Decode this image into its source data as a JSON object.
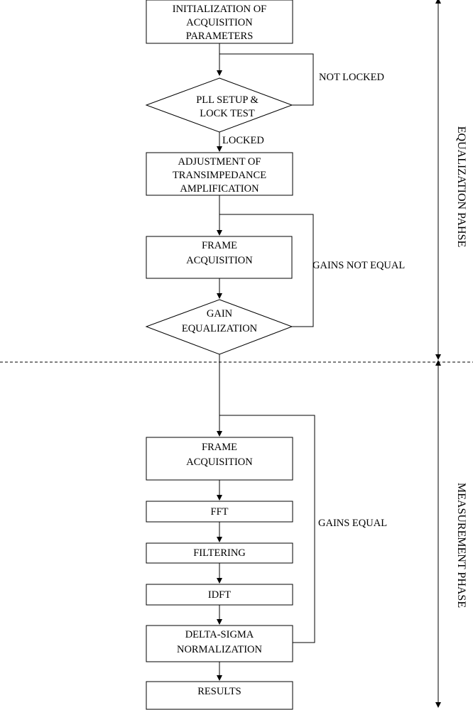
{
  "nodes": {
    "init": [
      "INITIALIZATION OF",
      "ACQUISITION",
      "PARAMETERS"
    ],
    "pll": [
      "PLL SETUP &",
      "LOCK TEST"
    ],
    "adjust": [
      "ADJUSTMENT OF",
      "TRANSIMPEDANCE",
      "AMPLIFICATION"
    ],
    "frame1": [
      "FRAME",
      "ACQUISITION"
    ],
    "gain_eq": [
      "GAIN",
      "EQUALIZATION"
    ],
    "frame2": [
      "FRAME",
      "ACQUISITION"
    ],
    "fft": [
      "FFT"
    ],
    "filtering": [
      "FILTERING"
    ],
    "idft": [
      "IDFT"
    ],
    "delta_sigma": [
      "DELTA-SIGMA",
      "NORMALIZATION"
    ],
    "results": [
      "RESULTS"
    ]
  },
  "edge_labels": {
    "not_locked": "NOT LOCKED",
    "locked": "LOCKED",
    "gains_not_equal": "GAINS NOT EQUAL",
    "gains_equal": "GAINS EQUAL"
  },
  "phases": {
    "equalization": "EQUALIZATION PAHSE",
    "measurement": "MEASUREMENT PHASE"
  }
}
